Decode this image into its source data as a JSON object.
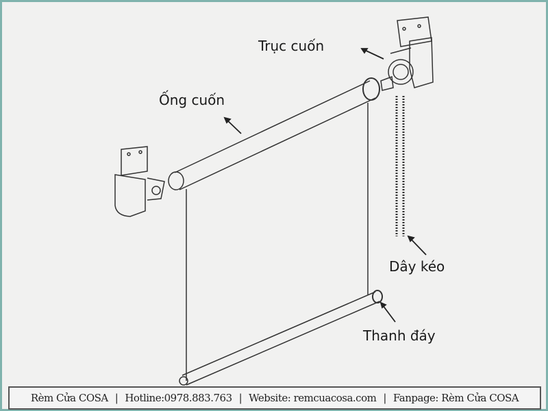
{
  "labels": {
    "truc_cuon": "Trục cuốn",
    "ong_cuon": "Ống cuốn",
    "day_keo": "Dây kéo",
    "thanh_day": "Thanh đáy"
  },
  "footer": {
    "brand": "Rèm Cửa COSA",
    "separator": "|",
    "hotline": "Hotline:0978.883.763",
    "website": "Website: remcuacosa.com",
    "fanpage": "Fanpage: Rèm Cửa COSA"
  },
  "colors": {
    "border": "#7fb3ad",
    "line": "#333333",
    "background": "#f1f1f0"
  }
}
